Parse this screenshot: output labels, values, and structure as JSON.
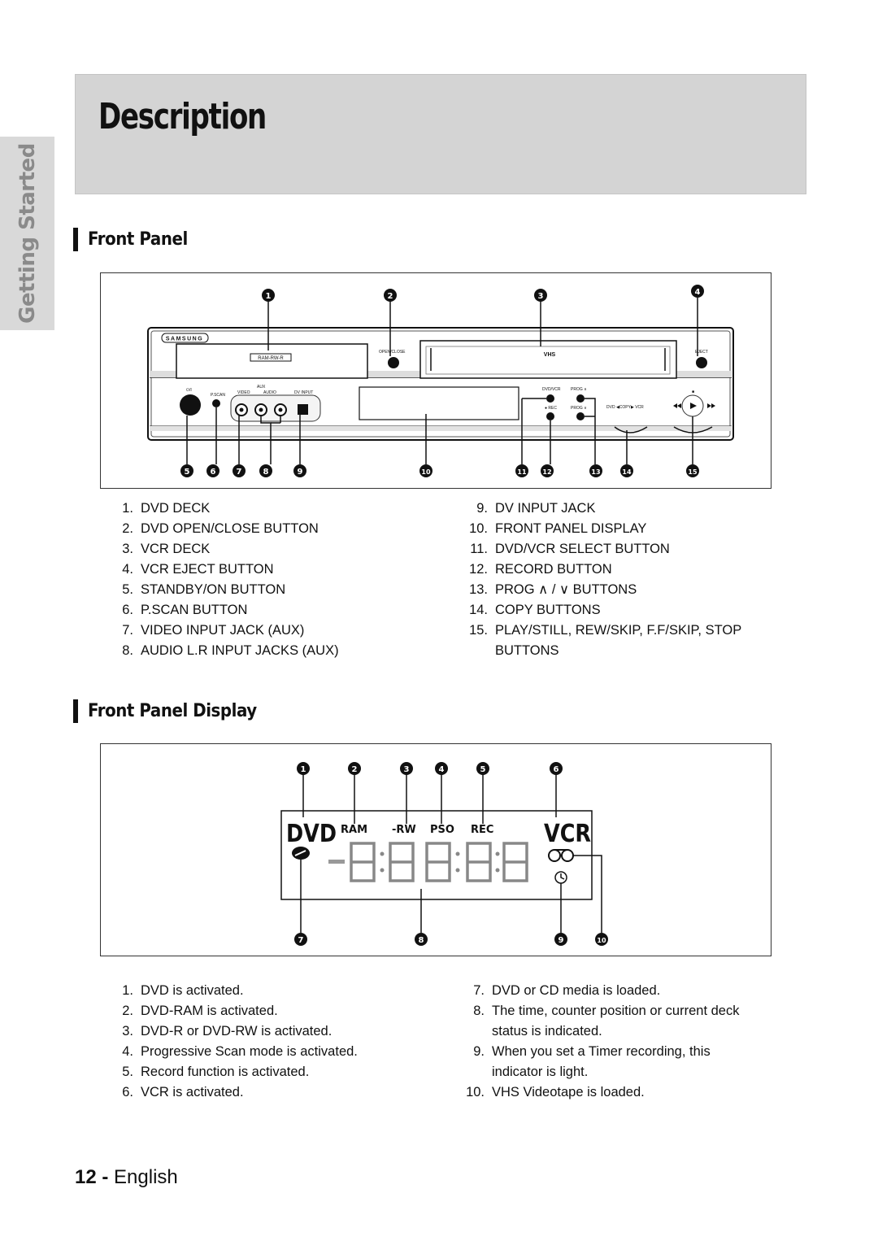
{
  "side_tab": "Getting Started",
  "page_title": "Description",
  "front_panel": {
    "heading": "Front Panel",
    "device": {
      "brand": "SAMSUNG",
      "ram_label": "RAM-RW-R",
      "open_close": "OPEN/CLOSE",
      "eject": "EJECT",
      "vhs": "VHS",
      "standby": "⏻/I",
      "pscan": "P.SCAN",
      "aux": "AUX",
      "video": "VIDEO",
      "audio": "AUDIO",
      "dv_input": "DV INPUT",
      "dvd_vcr": "DVD/VCR",
      "prog_up": "PROG ∧",
      "prog_down": "PROG ∨",
      "rec": "● REC",
      "copy_row": "DVD  ◀COPY▶  VCR",
      "stop_mark": "■"
    },
    "badges_top": [
      "1",
      "2",
      "3",
      "4"
    ],
    "badges_bottom": [
      "5",
      "6",
      "7",
      "8",
      "9",
      "10",
      "11",
      "12",
      "13",
      "14",
      "15"
    ],
    "items_left": [
      {
        "n": "1.",
        "t": "DVD DECK"
      },
      {
        "n": "2.",
        "t": "DVD OPEN/CLOSE BUTTON"
      },
      {
        "n": "3.",
        "t": "VCR DECK"
      },
      {
        "n": "4.",
        "t": "VCR EJECT BUTTON"
      },
      {
        "n": "5.",
        "t": "STANDBY/ON BUTTON"
      },
      {
        "n": "6.",
        "t": "P.SCAN BUTTON"
      },
      {
        "n": "7.",
        "t": "VIDEO INPUT JACK (AUX)"
      },
      {
        "n": "8.",
        "t": "AUDIO L.R INPUT JACKS (AUX)"
      }
    ],
    "items_right": [
      {
        "n": "9.",
        "t": "DV INPUT JACK"
      },
      {
        "n": "10.",
        "t": "FRONT PANEL DISPLAY"
      },
      {
        "n": "11.",
        "t": "DVD/VCR SELECT BUTTON"
      },
      {
        "n": "12.",
        "t": "RECORD BUTTON"
      },
      {
        "n": "13.",
        "t": "PROG ∧ / ∨ BUTTONS"
      },
      {
        "n": "14.",
        "t": "COPY BUTTONS"
      },
      {
        "n": "15.",
        "t": "PLAY/STILL, REW/SKIP, F.F/SKIP, STOP BUTTONS"
      }
    ]
  },
  "front_panel_display": {
    "heading": "Front Panel Display",
    "display": {
      "dvd": "DVD",
      "ram": "RAM",
      "rw": "-RW",
      "pso": "PSO",
      "rec": "REC",
      "vcr": "VCR"
    },
    "badges_top": [
      "1",
      "2",
      "3",
      "4",
      "5",
      "6"
    ],
    "badges_bottom": [
      "7",
      "8",
      "9",
      "10"
    ],
    "items_left": [
      {
        "n": "1.",
        "t": "DVD is activated."
      },
      {
        "n": "2.",
        "t": "DVD-RAM is activated."
      },
      {
        "n": "3.",
        "t": "DVD-R or DVD-RW is activated."
      },
      {
        "n": "4.",
        "t": "Progressive Scan mode is activated."
      },
      {
        "n": "5.",
        "t": "Record function is activated."
      },
      {
        "n": "6.",
        "t": "VCR is activated."
      }
    ],
    "items_right": [
      {
        "n": "7.",
        "t": "DVD or CD media is loaded."
      },
      {
        "n": "8.",
        "t": "The time, counter position or current deck status is indicated."
      },
      {
        "n": "9.",
        "t": "When you set a Timer recording, this indicator is light."
      },
      {
        "n": "10.",
        "t": "VHS Videotape is loaded."
      }
    ]
  },
  "footer": {
    "page_number": "12 -",
    "language": "English"
  }
}
